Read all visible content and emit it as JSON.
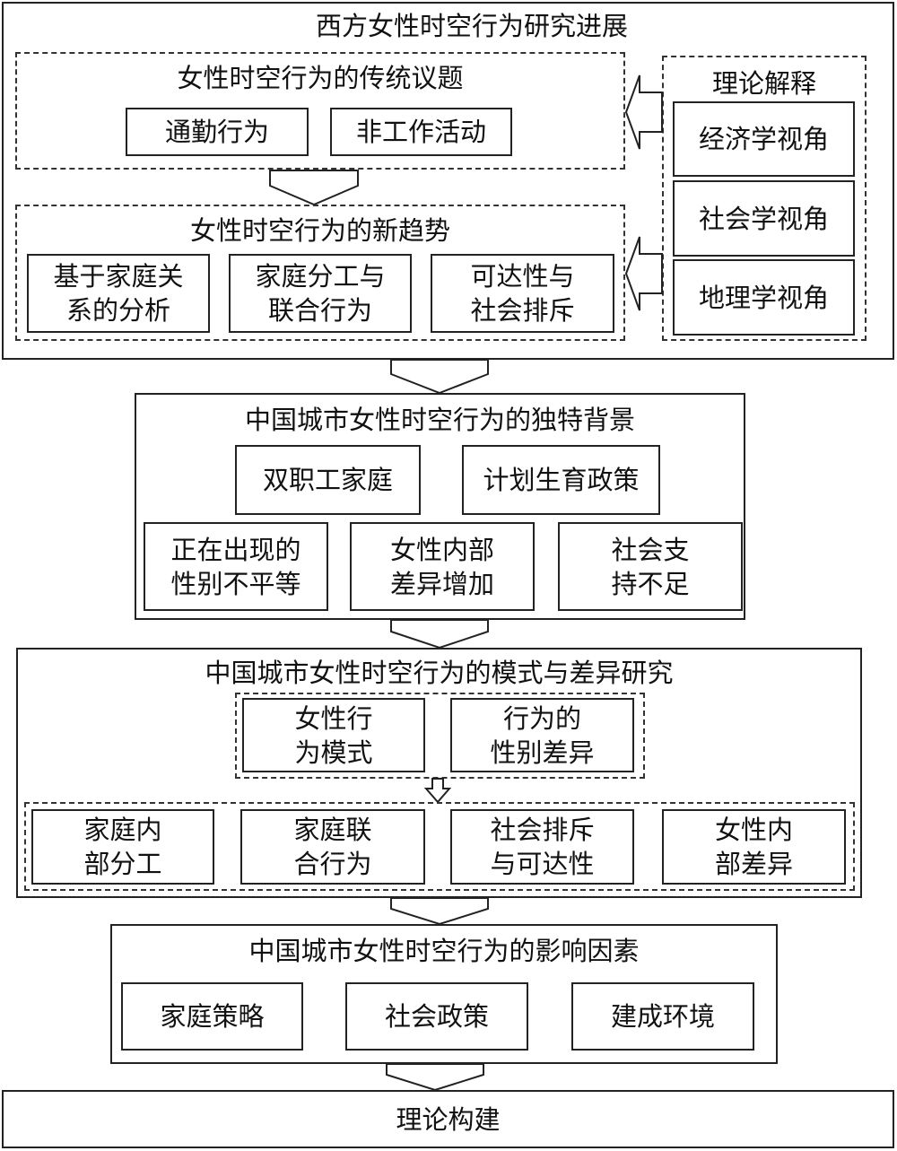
{
  "western": {
    "title": "西方女性时空行为研究进展",
    "traditional": {
      "title": "女性时空行为的传统议题",
      "items": [
        "通勤行为",
        "非工作活动"
      ]
    },
    "new_trends": {
      "title": "女性时空行为的新趋势",
      "items": [
        "基于家庭关\n系的分析",
        "家庭分工与\n联合行为",
        "可达性与\n社会排斥"
      ]
    },
    "theory": {
      "title": "理论解释",
      "items": [
        "经济学视角",
        "社会学视角",
        "地理学视角"
      ]
    }
  },
  "background": {
    "title": "中国城市女性时空行为的独特背景",
    "row1": [
      "双职工家庭",
      "计划生育政策"
    ],
    "row2": [
      "正在出现的\n性别不平等",
      "女性内部\n差异增加",
      "社会支\n持不足"
    ]
  },
  "patterns": {
    "title": "中国城市女性时空行为的模式与差异研究",
    "top": [
      "女性行\n为模式",
      "行为的\n性别差异"
    ],
    "bottom": [
      "家庭内\n部分工",
      "家庭联\n合行为",
      "社会排斥\n与可达性",
      "女性内\n部差异"
    ]
  },
  "factors": {
    "title": "中国城市女性时空行为的影响因素",
    "items": [
      "家庭策略",
      "社会政策",
      "建成环境"
    ]
  },
  "theory_building": {
    "label": "理论构建"
  }
}
